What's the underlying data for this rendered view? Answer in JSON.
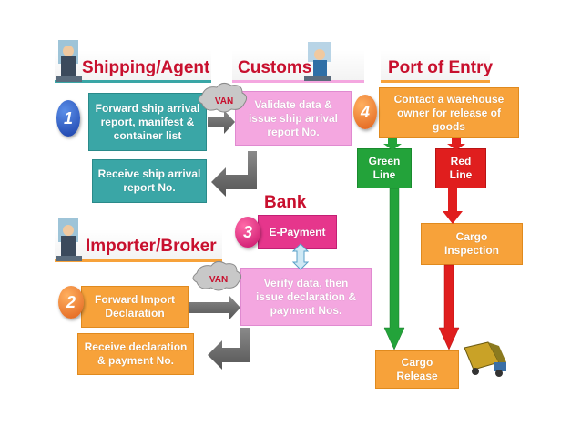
{
  "headings": {
    "shipping": "Shipping/Agent",
    "customs": "Customs",
    "port": "Port of Entry",
    "bank": "Bank",
    "importer": "Importer/Broker"
  },
  "steps": {
    "s1": "1",
    "s2": "2",
    "s3": "3",
    "s4": "4"
  },
  "boxes": {
    "forward_ship": "Forward ship arrival\nreport, manifest &\ncontainer list",
    "receive_ship": "Receive ship arrival\nreport No.",
    "validate": "Validate data &\nissue ship arrival\nreport No.",
    "contact": "Contact a warehouse\nowner for release of\ngoods",
    "green_line": "Green\nLine",
    "red_line": "Red\nLine",
    "e_payment": "E-Payment",
    "cargo_inspection": "Cargo\nInspection",
    "forward_import": "Forward Import\nDeclaration",
    "verify": "Verify data, then\nissue  declaration &\npayment Nos.",
    "receive_decl": "Receive declaration\n& payment No.",
    "cargo_release": "Cargo\nRelease"
  },
  "van_labels": {
    "top": "VAN",
    "bottom": "VAN"
  },
  "colors": {
    "heading_red": "#c8102e",
    "teal": "#3aa6a6",
    "pink": "#f4a7e0",
    "orange": "#f7a23a",
    "green": "#23a33a",
    "red": "#e01e1e",
    "magenta": "#e6368c"
  }
}
